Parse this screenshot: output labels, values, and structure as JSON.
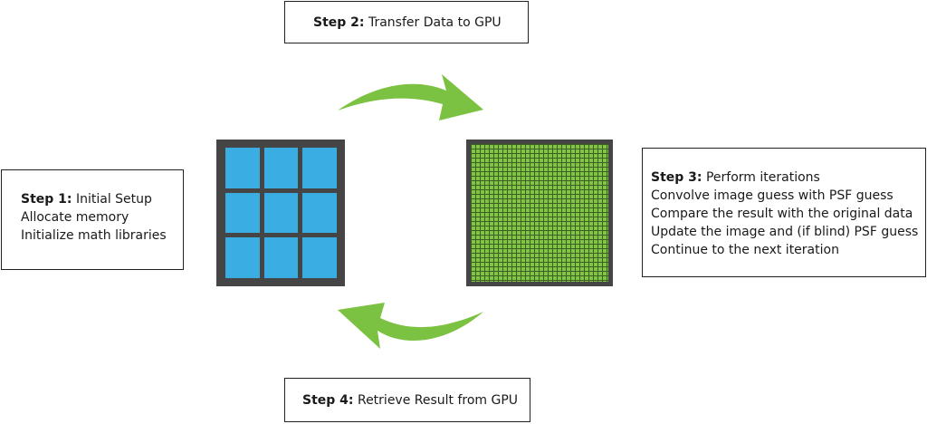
{
  "steps": {
    "step1": {
      "heading": "Step 1:",
      "title": "Initial Setup",
      "lines": [
        "Allocate memory",
        "Initialize math libraries"
      ]
    },
    "step2": {
      "heading": "Step 2:",
      "title": "Transfer Data to GPU"
    },
    "step3": {
      "heading": "Step 3:",
      "title": "Perform iterations",
      "lines": [
        "Convolve image guess with PSF guess",
        "Compare the result with the original data",
        "Update the image and (if blind) PSF guess",
        "Continue to the next iteration"
      ]
    },
    "step4": {
      "heading": "Step 4:",
      "title": "Retrieve Result from GPU"
    }
  },
  "colors": {
    "cpu_core": "#3aaee2",
    "gpu_core": "#82c443",
    "chip_frame": "#454545",
    "arrow": "#7cc242"
  },
  "icons": {
    "cpu": "cpu-chip-icon",
    "gpu": "gpu-chip-icon",
    "arrow_top": "curved-arrow-right-icon",
    "arrow_bottom": "curved-arrow-left-icon"
  }
}
